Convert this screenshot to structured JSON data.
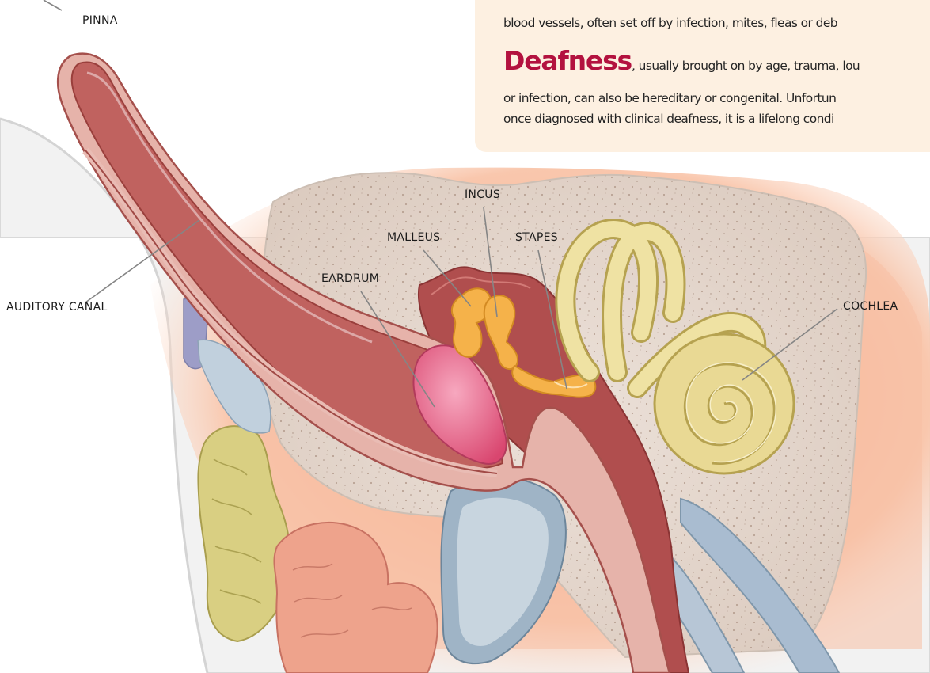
{
  "labels": {
    "pinna": "PINNA",
    "auditory_canal": "AUDITORY CANAL",
    "eardrum": "EARDRUM",
    "malleus": "MALLEUS",
    "incus": "INCUS",
    "stapes": "STAPES",
    "cochlea": "COCHLEA"
  },
  "info": {
    "line_partial": "blood vessels, often set off by infection, mites, fleas or deb",
    "deafness_term": "Deafness",
    "deafness_line1": ", usually brought on by age, trauma, lou",
    "deafness_line2": "or infection, can also be hereditary or congenital. Unfortun",
    "deafness_line3": "once diagnosed with clinical deafness, it is a lifelong condi"
  },
  "colors": {
    "canal_lumen": "#b85c59",
    "canal_wall": "#e2aba3",
    "bone": "#e6dad2",
    "tissue_glow": "#f7b79a",
    "eardrum": "#e8688b",
    "ossicles": "#f5b24a",
    "cochlea": "#e9d994",
    "info_box": "#fdf0e1",
    "term": "#b3123f"
  }
}
